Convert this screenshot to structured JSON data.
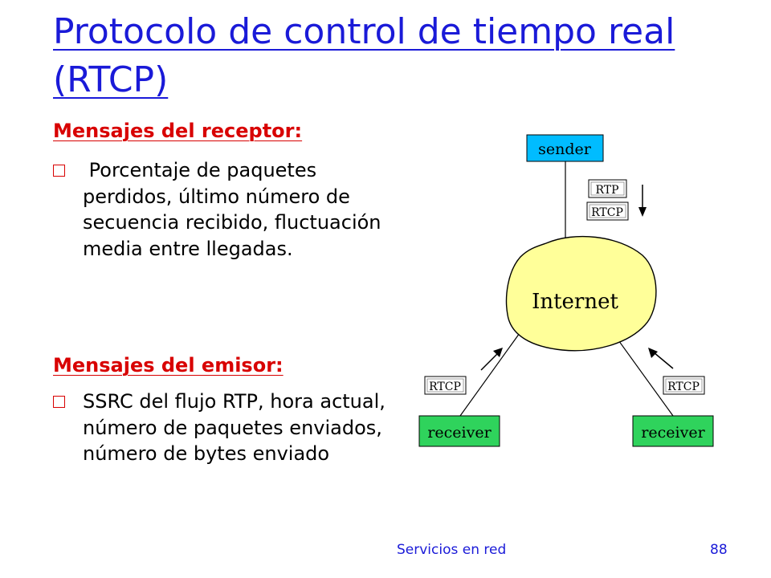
{
  "slide": {
    "title": "Protocolo de control de tiempo real (RTCP)",
    "receiver_section": {
      "heading": "Mensajes del receptor:",
      "bullet": " Porcentaje de paquetes perdidos, último número de secuencia recibido, fluctuación media entre llegadas."
    },
    "sender_section": {
      "heading": "Mensajes del emisor:",
      "bullet": "SSRC del flujo RTP, hora actual, número de paquetes enviados, número de bytes enviado"
    },
    "footer": {
      "course": "Servicios en red",
      "page": "88"
    }
  },
  "diagram": {
    "sender_label": "sender",
    "internet_label": "Internet",
    "receiver_left_label": "receiver",
    "receiver_right_label": "receiver",
    "rtp_packet_label": "RTP",
    "rtcp_packet_top_label": "RTCP",
    "rtcp_packet_left_label": "RTCP",
    "rtcp_packet_right_label": "RTCP",
    "colors": {
      "sender_box": "#00bcff",
      "receiver_box": "#2fd35c",
      "cloud": "#ffff99",
      "title": "#1a1ad8",
      "headings": "#d80000"
    }
  }
}
